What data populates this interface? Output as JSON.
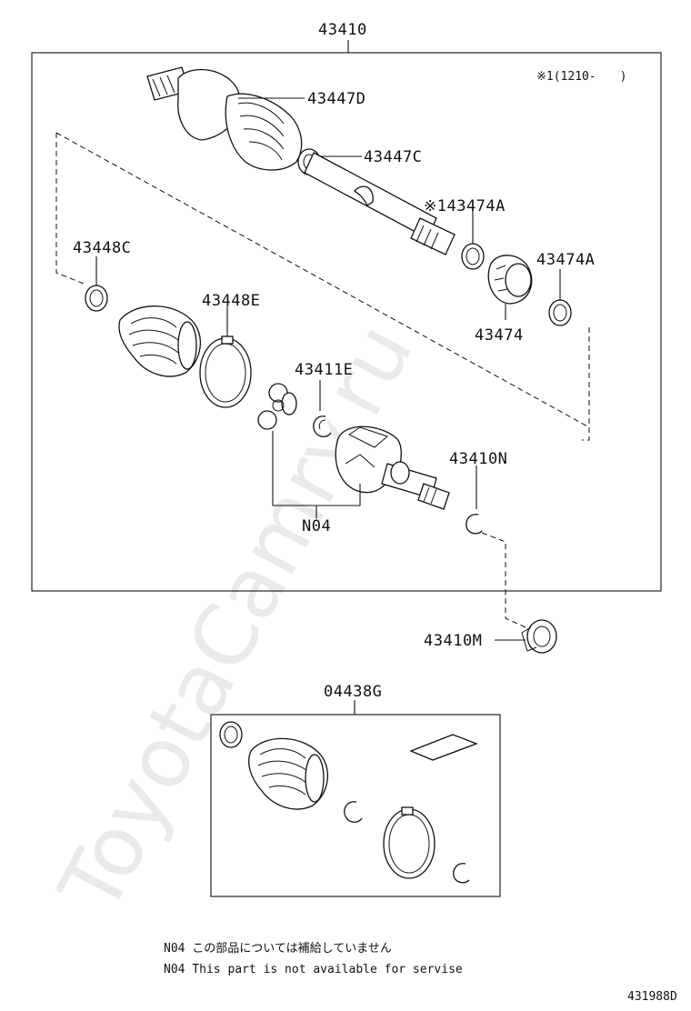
{
  "diagram": {
    "labels": {
      "assembly": "43410",
      "boot_clamp_outer_a": "43447D",
      "boot_clamp_outer_b": "43447C",
      "clamp_474a_marked": "※143474A",
      "clamp_448c": "43448C",
      "clamp_474a": "43474A",
      "boot_448e": "43448E",
      "damper_474": "43474",
      "snap_ring_411e": "43411E",
      "snap_ring_410n": "43410N",
      "n04": "N04",
      "seal_410m": "43410M",
      "kit_04438g": "04438G",
      "date_note": "※1(1210-　　)",
      "drawing_code": "431988D"
    },
    "notes": {
      "jp": "N04 この部品については補給していません",
      "en": "N04 This part is not available for servise"
    },
    "watermark": "ToyotaCamry.ru"
  }
}
